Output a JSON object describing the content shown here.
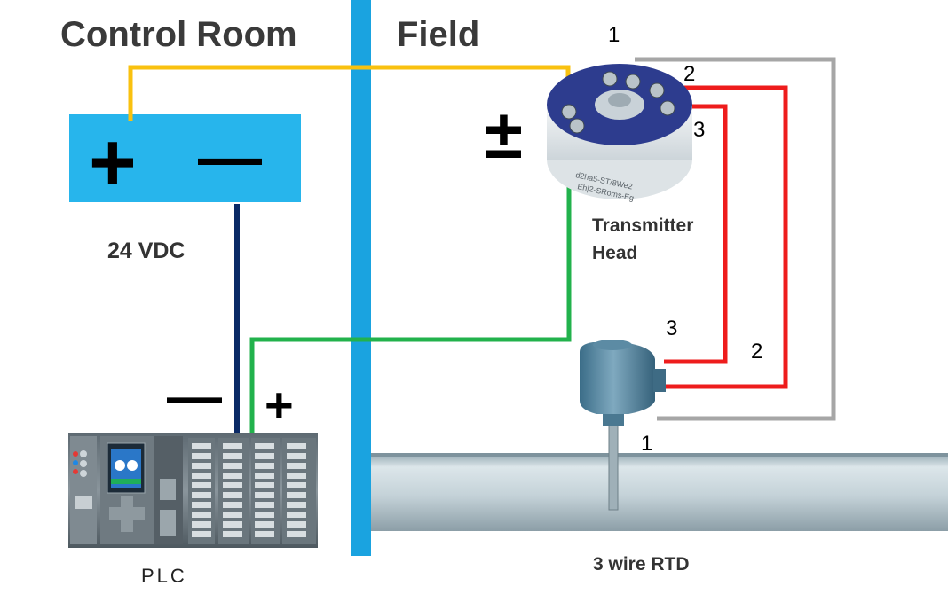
{
  "headings": {
    "control_room": "Control Room",
    "field": "Field"
  },
  "power_supply": {
    "plus": "+",
    "minus": "—",
    "label": "24 VDC"
  },
  "transmitter": {
    "polarity": "±",
    "label_line1": "Transmitter",
    "label_line2": "Head",
    "body_text_1": "d2ha5-ST/8We2",
    "body_text_2": "Eh|2-SRoms-Eg"
  },
  "plc": {
    "minus": "—",
    "plus": "+",
    "label": "PLC"
  },
  "rtd": {
    "label": "3 wire RTD"
  },
  "terminals": {
    "t1": "1",
    "t2": "2",
    "t3": "3",
    "rtd_3": "3",
    "rtd_2": "2",
    "rtd_1": "1"
  },
  "wires": {
    "yellow": "#F9C10F",
    "dark_blue": "#0B2A66",
    "green": "#22B24C",
    "red": "#EE1C1C",
    "gray": "#A6A6A6"
  },
  "colors": {
    "divider": "#1AA3E0",
    "power_box": "#27B5EC",
    "pipe": "#C9D6DC",
    "transmitter_blue": "#2D3C8E"
  }
}
